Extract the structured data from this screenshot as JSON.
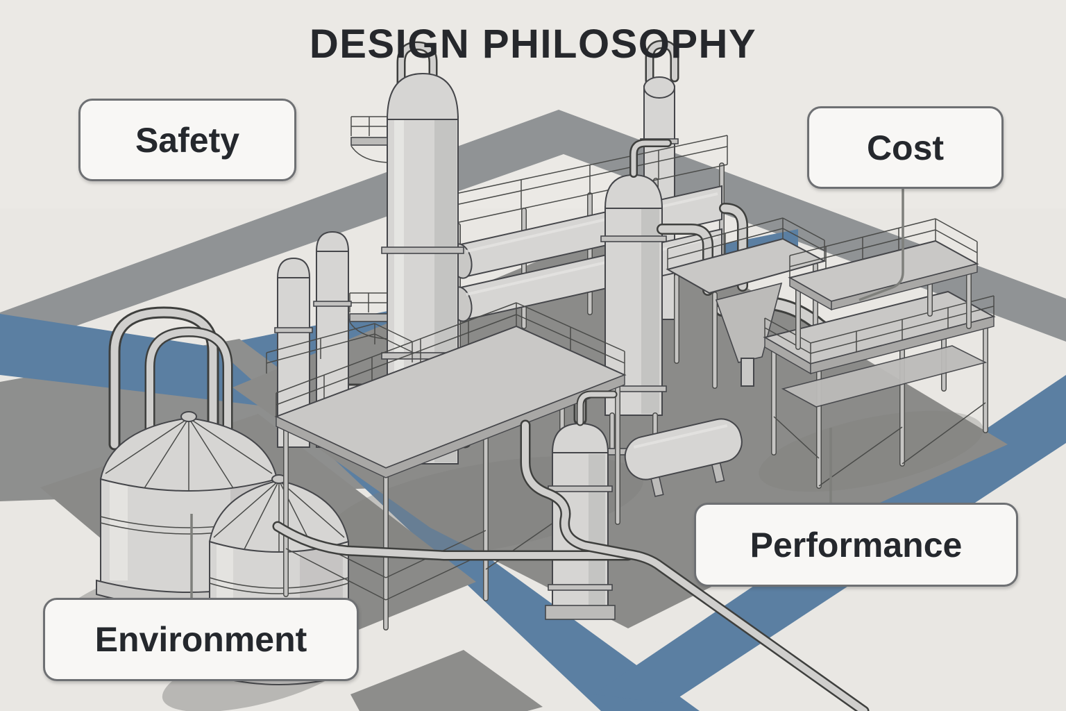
{
  "title": "DESIGN PHILOSOPHY",
  "labels": {
    "safety": "Safety",
    "cost": "Cost",
    "environment": "Environment",
    "performance": "Performance"
  },
  "illustration": {
    "alt": "Isometric grayscale 3D rendering of a chemical process plant with distillation columns, heat-exchanger rack, vessels, steel platforms, piping and two storage tanks, placed on a ground plane crossed by gray and blue roads"
  },
  "colors": {
    "background": "#e9e7e3",
    "road_gray": "#909395",
    "pad_gray": "#8b8b89",
    "road_blue": "#5b7fa2",
    "structure_fill": "#d6d5d3",
    "structure_outline": "#45464a",
    "label_background": "#f8f7f5",
    "label_border": "#6e7073",
    "text": "#25282d"
  }
}
